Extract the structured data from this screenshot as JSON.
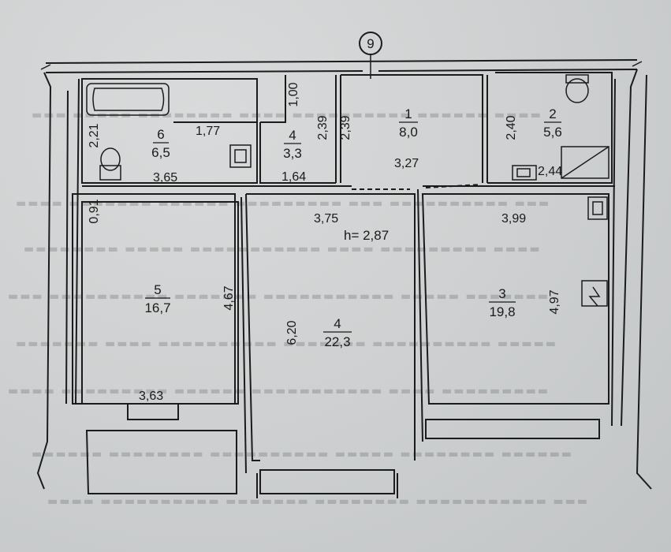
{
  "axis": {
    "label": "9"
  },
  "ceiling": "h= 2,87",
  "rooms": [
    {
      "num": "6",
      "area": "6,5"
    },
    {
      "num": "4",
      "area": "3,3"
    },
    {
      "num": "1",
      "area": "8,0"
    },
    {
      "num": "2",
      "area": "5,6"
    },
    {
      "num": "5",
      "area": "16,7"
    },
    {
      "num": "4",
      "area": "22,3"
    },
    {
      "num": "3",
      "area": "19,8"
    }
  ],
  "dims": {
    "bath_h": "2,21",
    "bath_w_top": "1,77",
    "bath_w_bottom": "3,65",
    "closet_h_top": "1,00",
    "closet_h": "2,39",
    "closet_w": "1,64",
    "hall_h": "2,39",
    "hall_w": "3,27",
    "wc_h": "2,40",
    "wc_w": "2,44",
    "room5_wall": "0,91",
    "room5_h": "4,67",
    "room5_w": "3,63",
    "room4_w": "3,75",
    "room4_h": "6,20",
    "room3_w": "3,99",
    "room3_h": "4,97"
  }
}
